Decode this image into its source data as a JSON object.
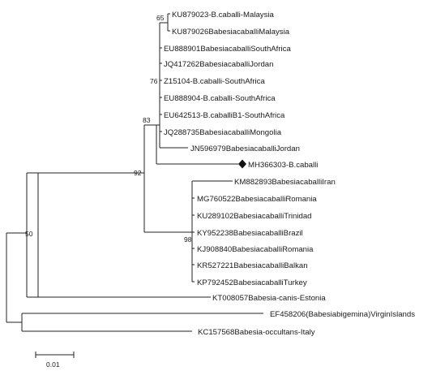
{
  "tree": {
    "taxa": [
      "KU879023-B.caballi-Malaysia",
      "KU879026BabesiacaballiMalaysia",
      "EU888901BabesiacaballiSouthAfrica",
      "JQ417262BabesiacaballiJordan",
      "Z15104-B.caballi-SouthAfrica",
      "EU888904-B.caballi-SouthAfrica",
      "EU642513-B.caballiB1-SouthAfrica",
      "JQ288735BabesiacaballiMongolia",
      "JN596979BabesiacaballiJordan",
      "MH366303-B.caballi",
      "KM882893BabesiacaballiIran",
      "MG760522BabesiacaballiRomania",
      "KU289102BabesiacaballiTrinidad",
      "KY952238BabesiacaballiBrazil",
      "KJ908840BabesiacaballiRomania",
      "KR527221BabesiacaballiBalkan",
      "KP792452BabesiacaballiTurkey",
      "KT008057Babesia-canis-Estonia",
      "EF458206(Babesiabigemina)VirginIslands",
      "KC157568Babesia-occultans-Italy"
    ],
    "highlighted_taxon": "MH366303-B.caballi",
    "highlight_icon": "filled-diamond-icon",
    "support_values": [
      "65",
      "76",
      "83",
      "92",
      "98",
      "50"
    ],
    "scale_bar_label": "0.01"
  }
}
